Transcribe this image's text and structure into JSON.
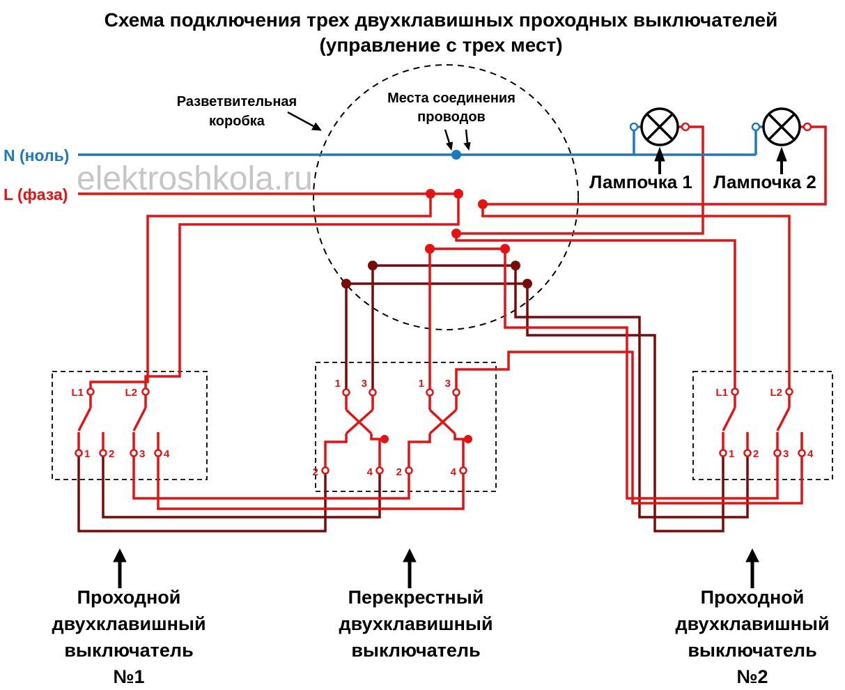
{
  "title": {
    "line1": "Схема подключения трех двухклавишных проходных выключателей",
    "line2": "(управление с трех мест)"
  },
  "watermark": "elektroshkola.ru",
  "labels": {
    "junction_box_line1": "Разветвительная",
    "junction_box_line2": "коробка",
    "connection_line1": "Места соединения",
    "connection_line2": "проводов",
    "neutral": "N (ноль)",
    "phase": "L (фаза)",
    "lamp1": "Лампочка 1",
    "lamp2": "Лампочка 2"
  },
  "switches": [
    {
      "name": "switch-1",
      "lines": [
        "Проходной",
        "двухклавишный",
        "выключатель",
        "№1"
      ],
      "commons": [
        "L1",
        "L2"
      ],
      "contacts": [
        "1",
        "2",
        "3",
        "4"
      ]
    },
    {
      "name": "cross-switch",
      "lines": [
        "Перекрестный",
        "двухклавишный",
        "выключатель"
      ],
      "sections": [
        {
          "top": [
            "1",
            "3"
          ],
          "bottom": [
            "2",
            "4"
          ]
        },
        {
          "top": [
            "1",
            "3"
          ],
          "bottom": [
            "2",
            "4"
          ]
        }
      ]
    },
    {
      "name": "switch-2",
      "lines": [
        "Проходной",
        "двухклавишный",
        "выключатель",
        "№2"
      ],
      "commons": [
        "L1",
        "L2"
      ],
      "contacts": [
        "1",
        "2",
        "3",
        "4"
      ]
    }
  ],
  "colors": {
    "neutral": "#1b79c0",
    "phase": "#e81111",
    "dark_wire": "#7a0a0a",
    "watermark": "#c6c6c6",
    "text": "#000000"
  }
}
